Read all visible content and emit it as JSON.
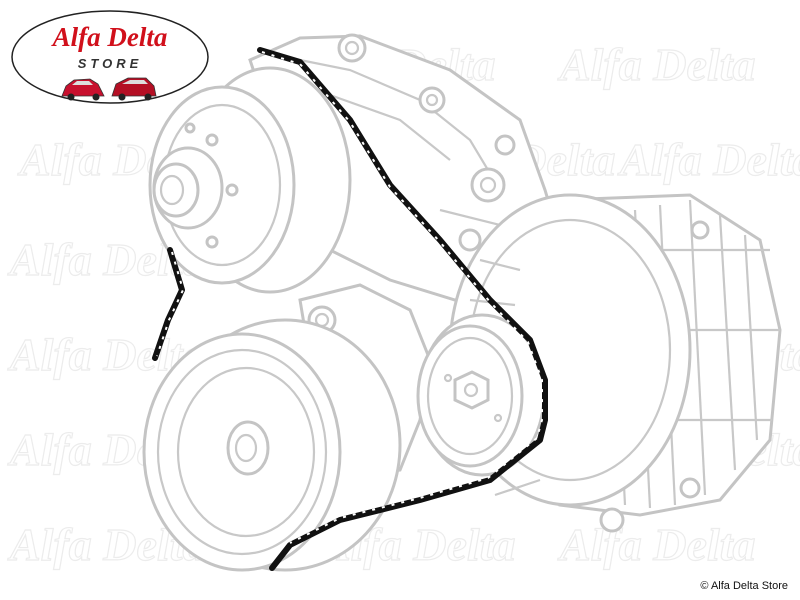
{
  "logo": {
    "title": "Alfa Delta",
    "subtitle": "STORE",
    "title_color": "#d1101b"
  },
  "watermark": {
    "text": "Alfa Delta"
  },
  "copyright": "© Alfa Delta Store",
  "colors": {
    "belt": "#111111",
    "parts_outline": "#c4c4c4",
    "car_red": "#c8102e"
  }
}
